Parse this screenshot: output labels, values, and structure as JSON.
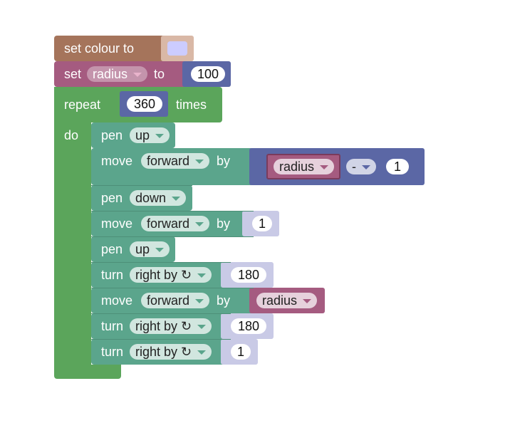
{
  "colors": {
    "colour_block": "#a5745b",
    "colour_swatch": "#ccccff",
    "variable_block": "#a55b80",
    "math_block": "#5b67a5",
    "loop_block": "#5ba55b",
    "turtle_block": "#5ba58c"
  },
  "set_colour": {
    "label": "set colour to"
  },
  "set_var": {
    "set_label": "set",
    "var": "radius",
    "to_label": "to",
    "value": "100"
  },
  "repeat": {
    "label": "repeat",
    "count": "360",
    "times_label": "times",
    "do_label": "do"
  },
  "statements": [
    {
      "kind": "pen",
      "label": "pen",
      "value": "up"
    },
    {
      "kind": "move",
      "label": "move",
      "direction": "forward",
      "by_label": "by",
      "arg": {
        "var": "radius",
        "op": "-",
        "num": "1"
      }
    },
    {
      "kind": "pen",
      "label": "pen",
      "value": "down"
    },
    {
      "kind": "move",
      "label": "move",
      "direction": "forward",
      "by_label": "by",
      "num": "1"
    },
    {
      "kind": "pen",
      "label": "pen",
      "value": "up"
    },
    {
      "kind": "turn",
      "label": "turn",
      "direction": "right by ↻",
      "num": "180"
    },
    {
      "kind": "move",
      "label": "move",
      "direction": "forward",
      "by_label": "by",
      "var": "radius"
    },
    {
      "kind": "turn",
      "label": "turn",
      "direction": "right by ↻",
      "num": "180"
    },
    {
      "kind": "turn",
      "label": "turn",
      "direction": "right by ↻",
      "num": "1"
    }
  ]
}
